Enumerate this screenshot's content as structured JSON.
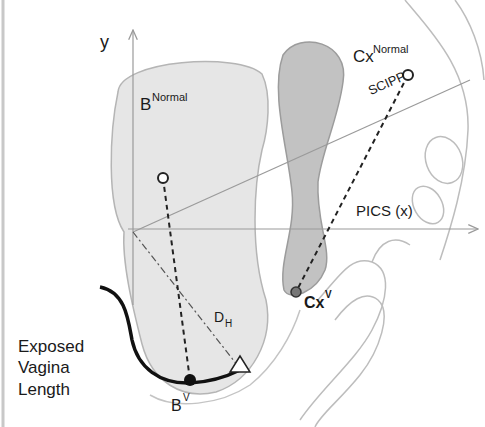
{
  "diagram": {
    "labels": [
      "y",
      "B",
      "Normal",
      "Cx",
      "Normal",
      "SCIPP",
      "PICS (x)",
      "Cx",
      "V",
      "D",
      "H",
      "Exposed Vagina Length",
      "B",
      "V"
    ]
  }
}
